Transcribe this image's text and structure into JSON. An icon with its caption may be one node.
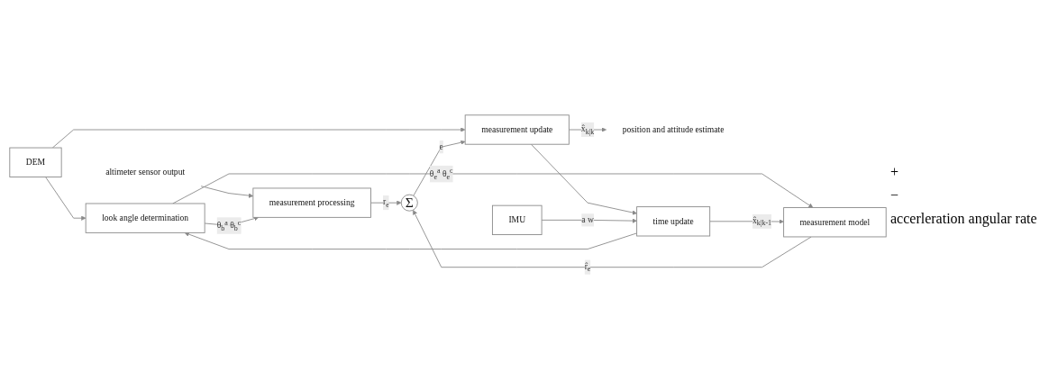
{
  "diagram": {
    "nodes": [
      {
        "text": [
          "DEM"
        ]
      },
      {
        "text": [
          "altimeter sensor output"
        ]
      },
      {
        "text": [
          "look angle determination"
        ]
      },
      {
        "text": [
          "measurement processing"
        ]
      },
      {
        "text": [
          "Σ"
        ]
      },
      {
        "text": [
          "measurement update"
        ]
      },
      {
        "text": [
          "position and attitude estimate"
        ]
      },
      {
        "text": [
          "IMU"
        ]
      },
      {
        "text": [
          "time update"
        ]
      },
      {
        "text": [
          "measurement model"
        ]
      }
    ],
    "edges": [
      {
        "from": 0,
        "to": 2,
        "arrow": "to"
      },
      {
        "from": 0,
        "to": 5,
        "arrow": "to"
      },
      {
        "from": 1,
        "to": 3,
        "arrow": "to"
      },
      {
        "from": 2,
        "to": 3,
        "arrow": "to",
        "label": "θ$_{b}$$^{a}$ θ$_{b}$$^{c}$"
      },
      {
        "from": 2,
        "to": 9,
        "arrow": "to",
        "label": "θ$_{e}$$^{a}$ θ$_{e}$$^{c}$"
      },
      {
        "from": 3,
        "to": 4,
        "arrow": "to",
        "label": "r$_{e}$"
      },
      {
        "from": 9,
        "to": 4,
        "arrow": "to",
        "label": "r̂$_{e}$"
      },
      {
        "from": 4,
        "to": 5,
        "arrow": "to",
        "label": "e"
      },
      {
        "from": 5,
        "to": 6,
        "arrow": "to",
        "label": "x̂$_{k|k}$"
      },
      {
        "from": 5,
        "to": 8,
        "arrow": "to"
      },
      {
        "from": 7,
        "to": 8,
        "arrow": "to",
        "label": "a w"
      },
      {
        "from": 8,
        "to": 9,
        "arrow": "to",
        "label": "x̂$_{k|k-1}$"
      },
      {
        "from": 8,
        "to": 2,
        "arrow": "to"
      }
    ],
    "labels": [
      "+",
      "−",
      "accerleration angular rate"
    ]
  }
}
